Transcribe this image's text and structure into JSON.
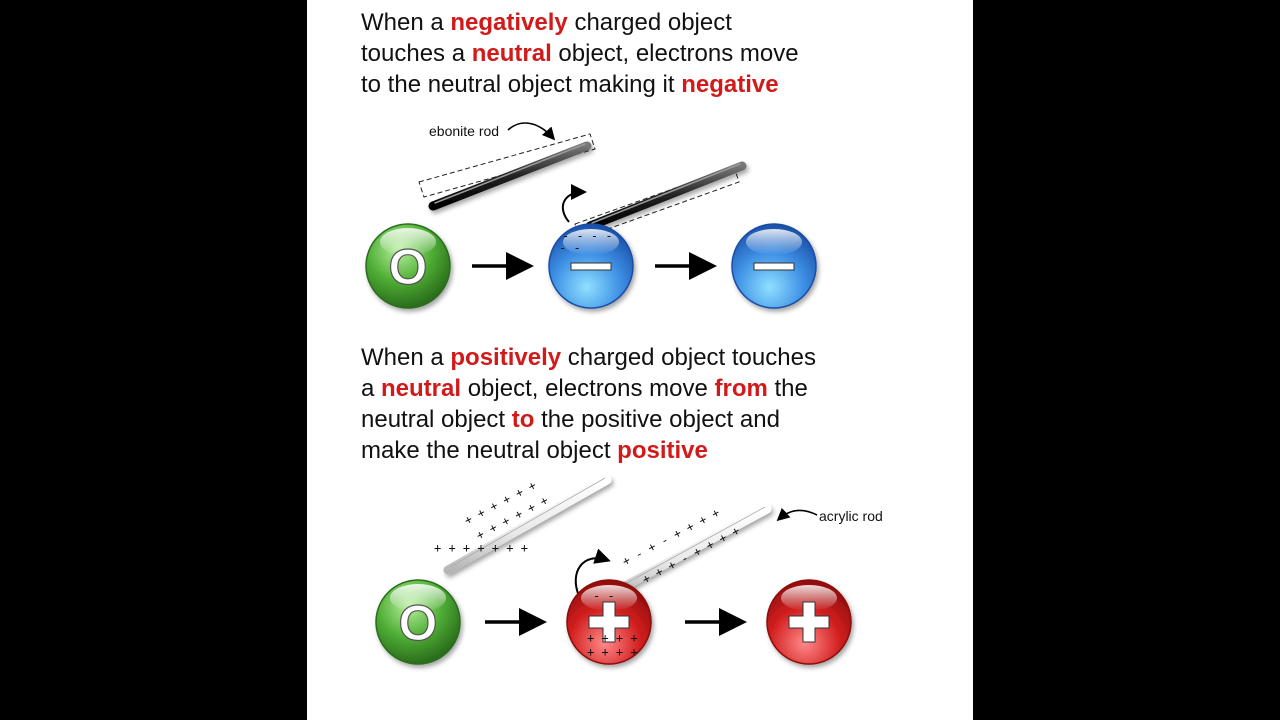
{
  "top_paragraph": {
    "lines": [
      [
        {
          "t": "When a ",
          "hl": false
        },
        {
          "t": "negatively",
          "hl": true
        },
        {
          "t": " charged object",
          "hl": false
        }
      ],
      [
        {
          "t": "touches a ",
          "hl": false
        },
        {
          "t": "neutral",
          "hl": true
        },
        {
          "t": " object, electrons move",
          "hl": false
        }
      ],
      [
        {
          "t": "to the neutral object making it ",
          "hl": false
        },
        {
          "t": "negative",
          "hl": true
        }
      ]
    ]
  },
  "bottom_paragraph": {
    "lines": [
      [
        {
          "t": "When a ",
          "hl": false
        },
        {
          "t": "positively",
          "hl": true
        },
        {
          "t": " charged object touches",
          "hl": false
        }
      ],
      [
        {
          "t": "a ",
          "hl": false
        },
        {
          "t": "neutral",
          "hl": true
        },
        {
          "t": " object, electrons move ",
          "hl": false
        },
        {
          "t": "from",
          "hl": true
        },
        {
          "t": " the",
          "hl": false
        }
      ],
      [
        {
          "t": "neutral object ",
          "hl": false
        },
        {
          "t": "to",
          "hl": true
        },
        {
          "t": " the positive object and",
          "hl": false
        }
      ],
      [
        {
          "t": "make the neutral object ",
          "hl": false
        },
        {
          "t": "positive",
          "hl": true
        }
      ]
    ]
  },
  "labels": {
    "ebonite_rod": "ebonite rod",
    "acrylic_rod": "acrylic rod"
  },
  "symbols": {
    "neutral": "O",
    "negative": "−",
    "positive": "+"
  },
  "colors": {
    "highlight": "#d11a1a",
    "neutral_sphere": "#3f9a2e",
    "negative_sphere": "#3f8fe0",
    "positive_sphere": "#d01c1c"
  }
}
